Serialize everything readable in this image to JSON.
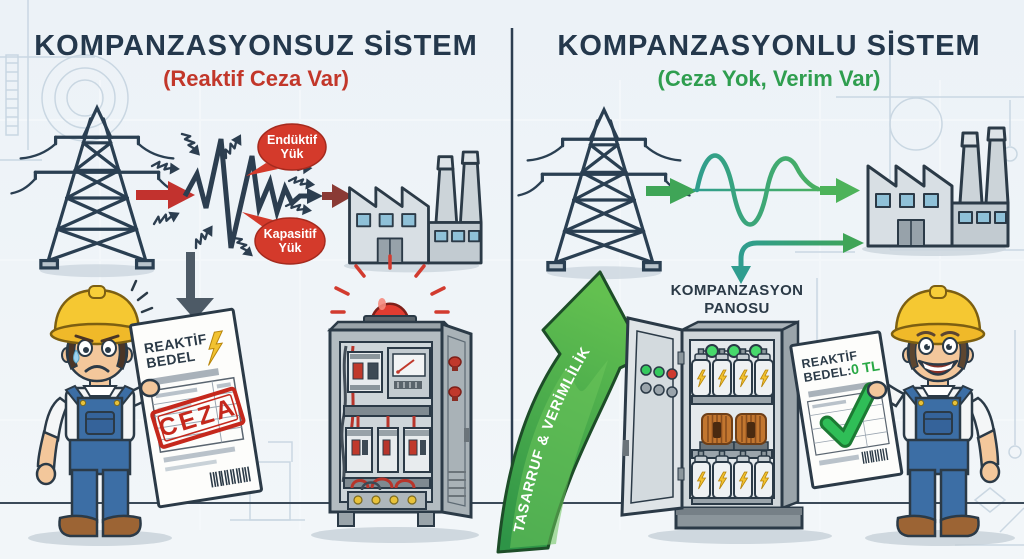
{
  "left": {
    "title": "KOMPANZASYONSUZ SİSTEM",
    "subtitle": "(Reaktif Ceza Var)",
    "bubbles": {
      "inductive": {
        "line1": "Endüktif",
        "line2": "Yük"
      },
      "capacitive": {
        "line1": "Kapasitif",
        "line2": "Yük"
      }
    },
    "bill": {
      "title_line1": "REAKTİF",
      "title_line2": "BEDEL",
      "stamp": "CEZA"
    }
  },
  "right": {
    "title": "KOMPANZASYONLU SİSTEM",
    "subtitle": "(Ceza Yok, Verim Var)",
    "panel_label_line1": "KOMPANZASYON",
    "panel_label_line2": "PANOSU",
    "arrow_label": "TASARRUF & VERİMLİLİK",
    "bill": {
      "title_line1": "REAKTİF",
      "title_line2": "BEDEL:",
      "amount": "0 TL"
    }
  },
  "colors": {
    "background": "#eef3f8",
    "outline": "#2b3a47",
    "title": "#24384c",
    "penalty_red": "#c2372a",
    "success_green": "#2f9e4f",
    "wave_teal": "#2f9d8f",
    "arrow_green": "#3fa557",
    "helmet_yellow": "#f5c832",
    "overalls_blue": "#3c6ea5",
    "alarm_red": "#e23c31"
  }
}
